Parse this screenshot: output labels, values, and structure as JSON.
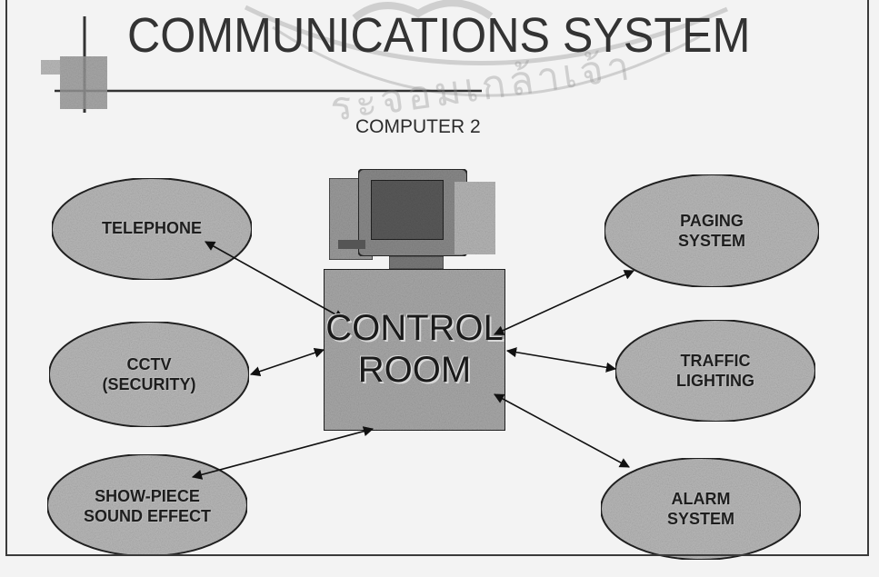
{
  "title": "COMMUNICATIONS SYSTEM",
  "subtitle": "COMPUTER 2",
  "center": {
    "label": "CONTROL\nROOM"
  },
  "nodes": {
    "telephone": "TELEPHONE",
    "cctv": "CCTV\n(SECURITY)",
    "showpiece": "SHOW-PIECE\nSOUND EFFECT",
    "paging": "PAGING\nSYSTEM",
    "traffic": "TRAFFIC\nLIGHTING",
    "alarm": "ALARM\nSYSTEM"
  },
  "watermark": {
    "text": "ระจอมเกล้าเจ้า"
  },
  "colors": {
    "ellipse_fill": "#b9b9b9",
    "box_fill": "#a9a9a9",
    "outline": "#222222"
  }
}
